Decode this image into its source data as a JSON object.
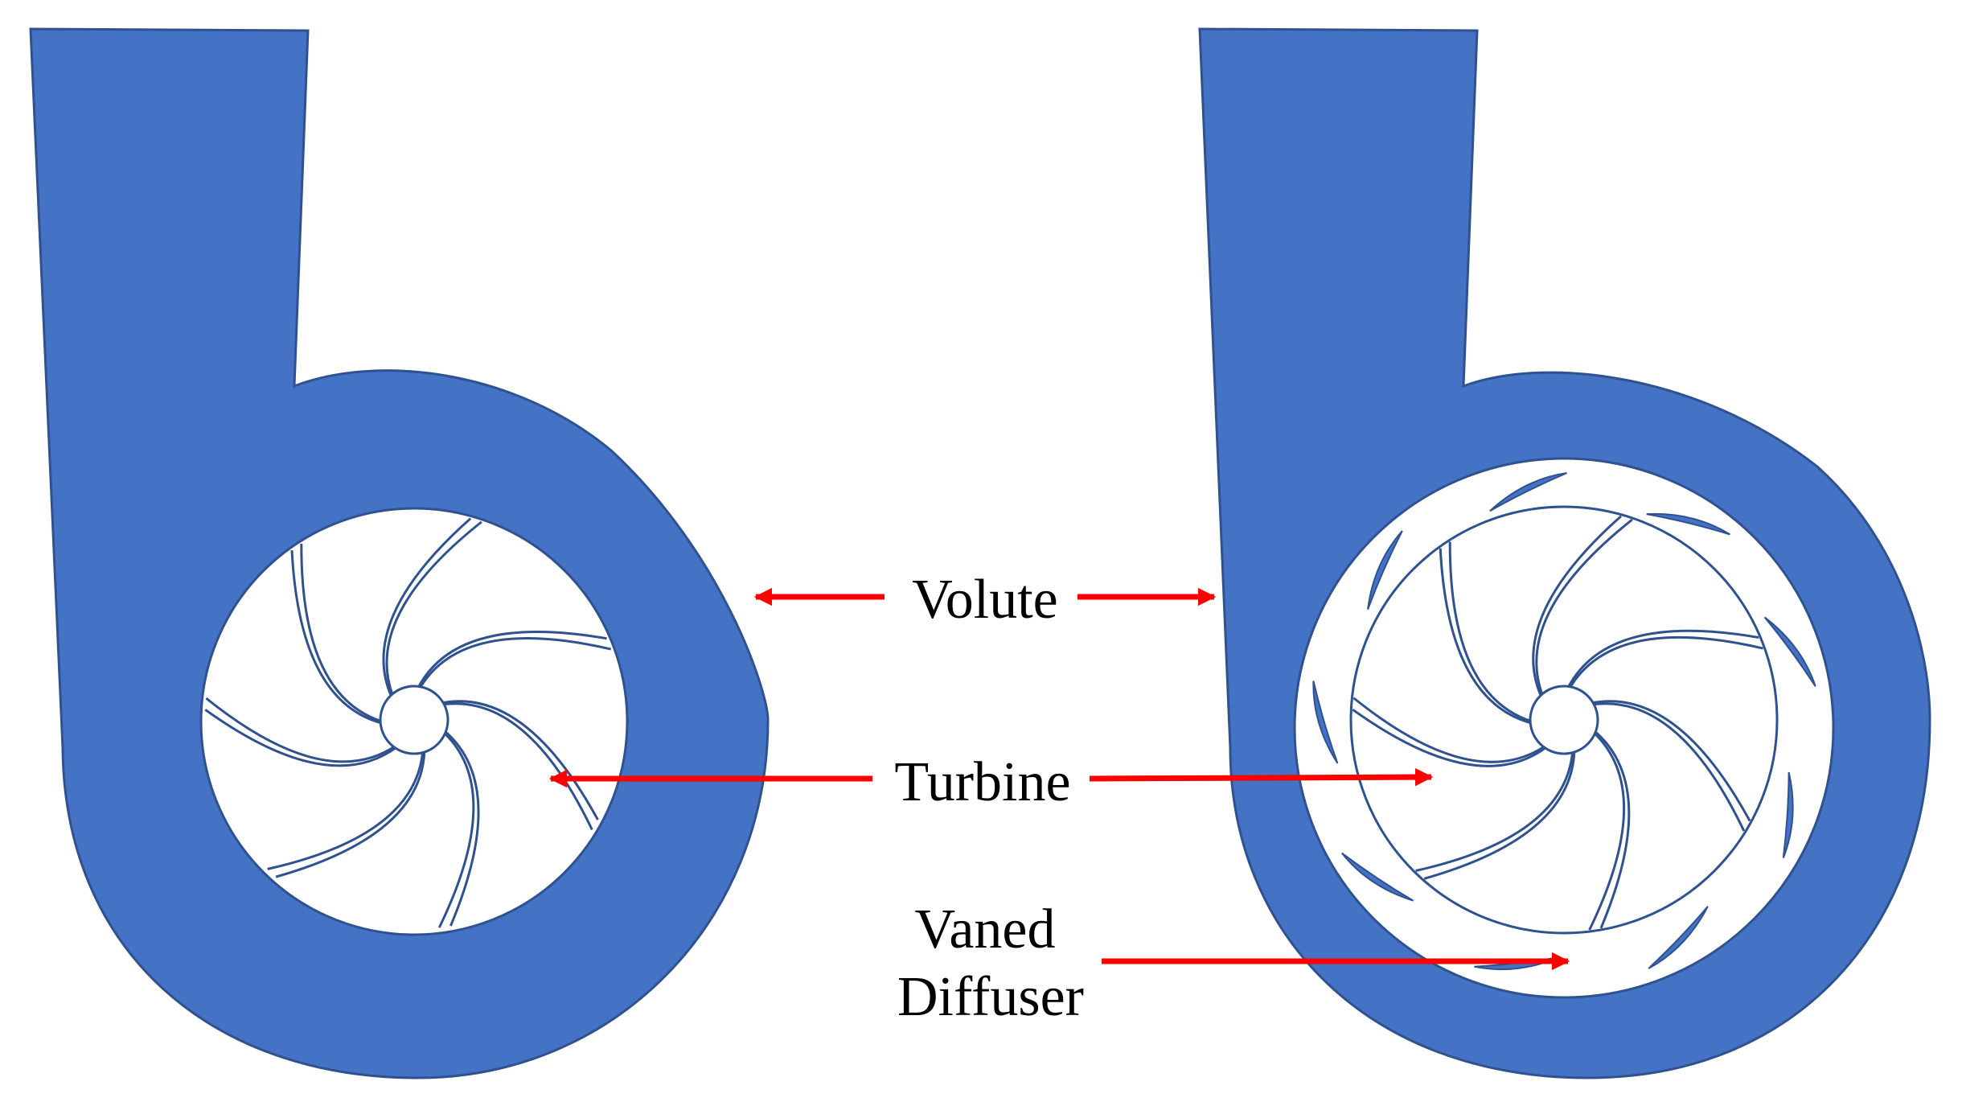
{
  "labels": {
    "volute": "Volute",
    "turbine": "Turbine",
    "vaned_line1": "Vaned",
    "vaned_line2": "Diffuser"
  },
  "colors": {
    "casing": "#4472C4",
    "casing_stroke": "#2F528F",
    "blade": "#2F528F",
    "arrow": "#FF0000",
    "text": "#000000",
    "background": "#FFFFFF"
  },
  "pumps": [
    {
      "name": "volute-pump",
      "impeller_blades": 7,
      "diffuser_vanes": 0
    },
    {
      "name": "vaned-diffuser-pump",
      "impeller_blades": 7,
      "diffuser_vanes": 9
    }
  ]
}
